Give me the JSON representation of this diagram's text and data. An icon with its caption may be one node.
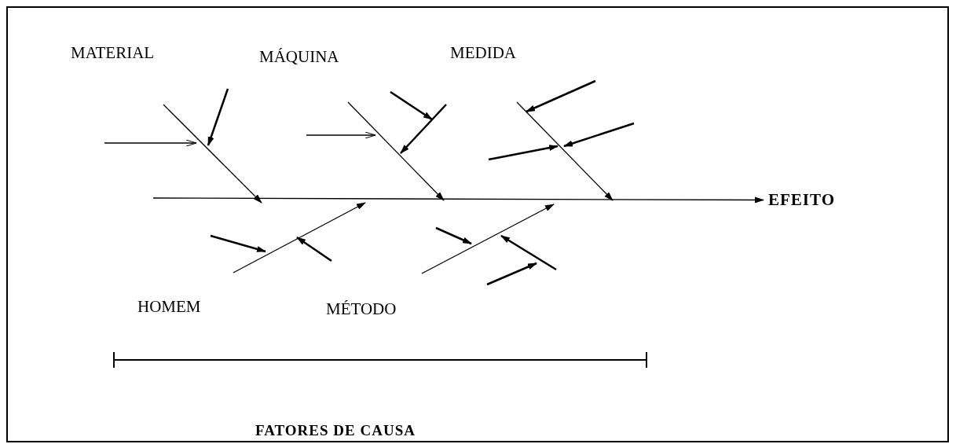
{
  "diagram": {
    "nodes": [
      {
        "text": [
          "MATERIAL"
        ]
      },
      {
        "text": [
          "MÁQUINA"
        ]
      },
      {
        "text": [
          "MEDIDA"
        ]
      },
      {
        "text": [
          "HOMEM"
        ]
      },
      {
        "text": [
          "MÉTODO"
        ]
      },
      {
        "text": [
          "EFEITO"
        ]
      }
    ],
    "edges": [
      {
        "from": null,
        "to": 5,
        "arrow": "to"
      },
      {
        "from": 0,
        "to": null,
        "arrow": "to"
      },
      {
        "from": 1,
        "to": null,
        "arrow": "to"
      },
      {
        "from": 2,
        "to": null,
        "arrow": "to"
      },
      {
        "from": 3,
        "to": null,
        "arrow": "to"
      },
      {
        "from": 4,
        "to": null,
        "arrow": "to"
      }
    ],
    "labels": [
      "FATORES DE CAUSA"
    ]
  }
}
